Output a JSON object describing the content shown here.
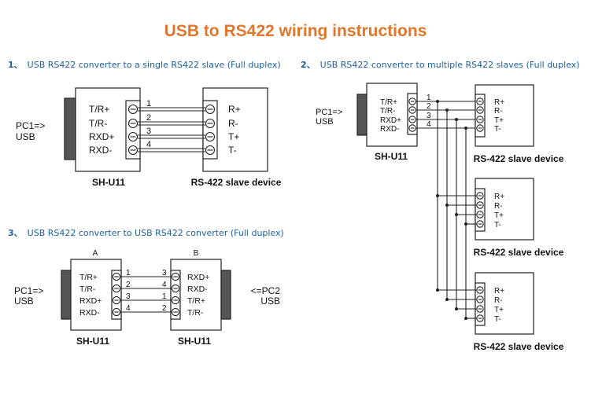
{
  "title": "USB to RS422 wiring instructions",
  "colors": {
    "title": "#e0762b",
    "heading": "#1f5f9e",
    "line": "#222222",
    "connector": "#555555"
  },
  "sections": [
    {
      "number": "1、",
      "heading": "USB RS422 converter to a single RS422 slave (Full duplex)"
    },
    {
      "number": "2、",
      "heading": "USB RS422 converter to multiple RS422 slaves (Full duplex)"
    },
    {
      "number": "3、",
      "heading": "USB RS422 converter to USB RS422 converter (Full duplex)"
    }
  ],
  "diagram1": {
    "pc_label": [
      "PC1=>",
      "USB"
    ],
    "converter_pins": [
      "T/R+",
      "T/R-",
      "RXD+",
      "RXD-"
    ],
    "wire_numbers": [
      "1",
      "2",
      "3",
      "4"
    ],
    "slave_pins": [
      "R+",
      "R-",
      "T+",
      "T-"
    ],
    "converter_label": "SH-U11",
    "slave_label": "RS-422 slave device"
  },
  "diagram2": {
    "pc_label": [
      "PC1=>",
      "USB"
    ],
    "converter_pins": [
      "T/R+",
      "T/R-",
      "RXD+",
      "RXD-"
    ],
    "wire_numbers": [
      "1",
      "2",
      "3",
      "4"
    ],
    "slave_pins": [
      "R+",
      "R-",
      "T+",
      "T-"
    ],
    "converter_label": "SH-U11",
    "slave_label": "RS-422 slave device"
  },
  "diagram3": {
    "label_a": "A",
    "label_b": "B",
    "pc1_label": [
      "PC1=>",
      "USB"
    ],
    "pc2_label": [
      "<=PC2",
      "USB"
    ],
    "a_pins": [
      "T/R+",
      "T/R-",
      "RXD+",
      "RXD-"
    ],
    "a_wire_numbers": [
      "1",
      "2",
      "3",
      "4"
    ],
    "b_wire_numbers": [
      "3",
      "4",
      "1",
      "2"
    ],
    "b_pins": [
      "RXD+",
      "RXD-",
      "T/R+",
      "T/R-"
    ],
    "converter_label_a": "SH-U11",
    "converter_label_b": "SH-U11"
  }
}
